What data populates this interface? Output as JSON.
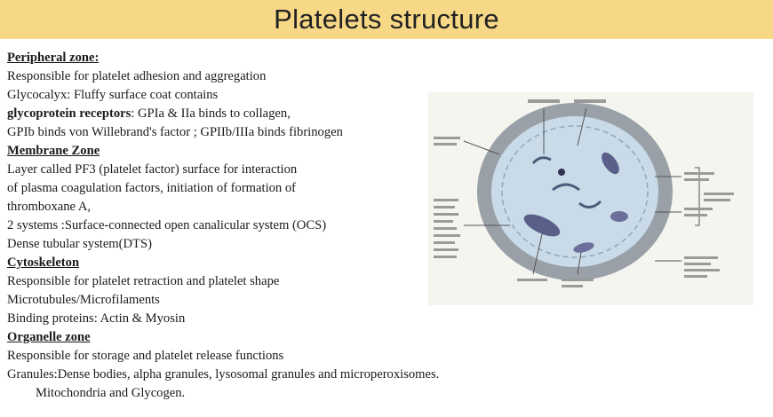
{
  "slide": {
    "title": "Platelets structure",
    "lines": [
      "Peripheral zone:",
      "Responsible for platelet adhesion and aggregation",
      "Glycocalyx: Fluffy surface coat contains",
      "glycoprotein receptors: GPIa & IIa binds to collagen,",
      "GPIb binds von Willebrand's factor ; GPIIb/IIIa binds fibrinogen",
      "Membrane Zone",
      "Layer called PF3 (platelet factor) surface for interaction",
      "of plasma coagulation factors, initiation of formation of",
      "thromboxane A,",
      "2 systems :Surface-connected open canalicular system (OCS)",
      "Dense tubular system(DTS)",
      "Cytoskeleton",
      "Responsible for platelet retraction and platelet shape",
      "Microtubules/Microfilaments",
      "Binding proteins: Actin & Myosin",
      "Organelle zone",
      "Responsible for storage and platelet release functions",
      "Granules:Dense bodies, alpha granules, lysosomal granules and microperoxisomes.",
      "Mitochondria and Glycogen."
    ]
  },
  "colors": {
    "title_band": "#f7d886",
    "cell_outer": "#9aa0a8",
    "cell_inner": "#c9dbe8",
    "organelle": "#5a5f8a"
  }
}
